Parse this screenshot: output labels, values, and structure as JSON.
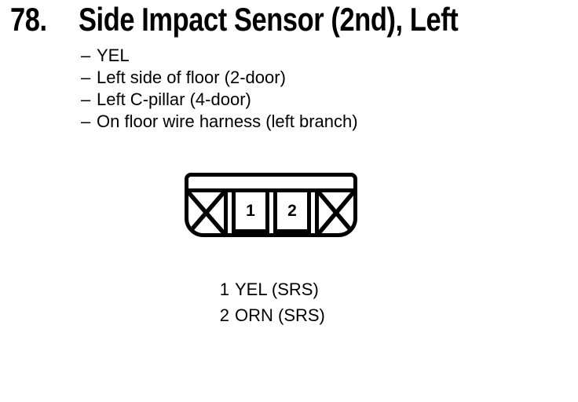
{
  "page": {
    "item_number": "78.",
    "title": "Side Impact Sensor (2nd), Left",
    "detail_dash": "–",
    "details": [
      "YEL",
      "Left side of floor (2-door)",
      "Left C-pillar (4-door)",
      "On floor wire harness (left branch)"
    ],
    "connector": {
      "pins": [
        "1",
        "2"
      ]
    },
    "legend": [
      {
        "pin": "1",
        "wire": "YEL (SRS)"
      },
      {
        "pin": "2",
        "wire": "ORN (SRS)"
      }
    ],
    "colors": {
      "ink": "#000000",
      "paper": "#ffffff"
    }
  }
}
